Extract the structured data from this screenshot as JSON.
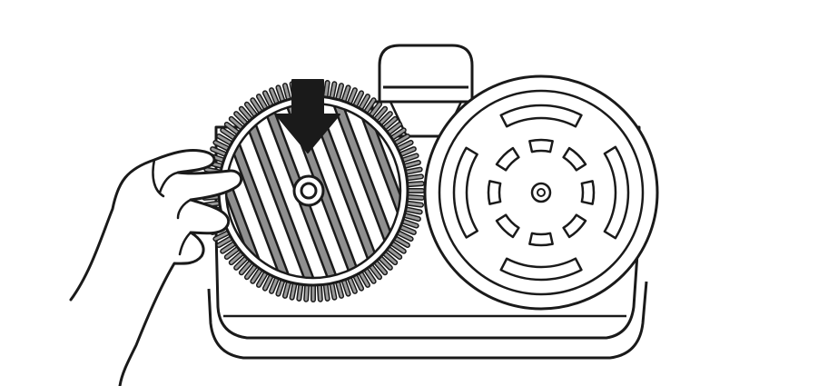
{
  "illustration": {
    "colors": {
      "line": "#1a1a1a",
      "fill": "#ffffff",
      "stripe": "#8f8f8f",
      "fringe": "#9a9a9a",
      "arrow": "#1a1a1a"
    },
    "parts": {
      "hand": "hand",
      "left_pad": "mop-pad-left",
      "right_pad": "pad-plate-right",
      "arrow": "down-arrow",
      "base": "mop-head-base",
      "neck": "handle-neck"
    }
  }
}
